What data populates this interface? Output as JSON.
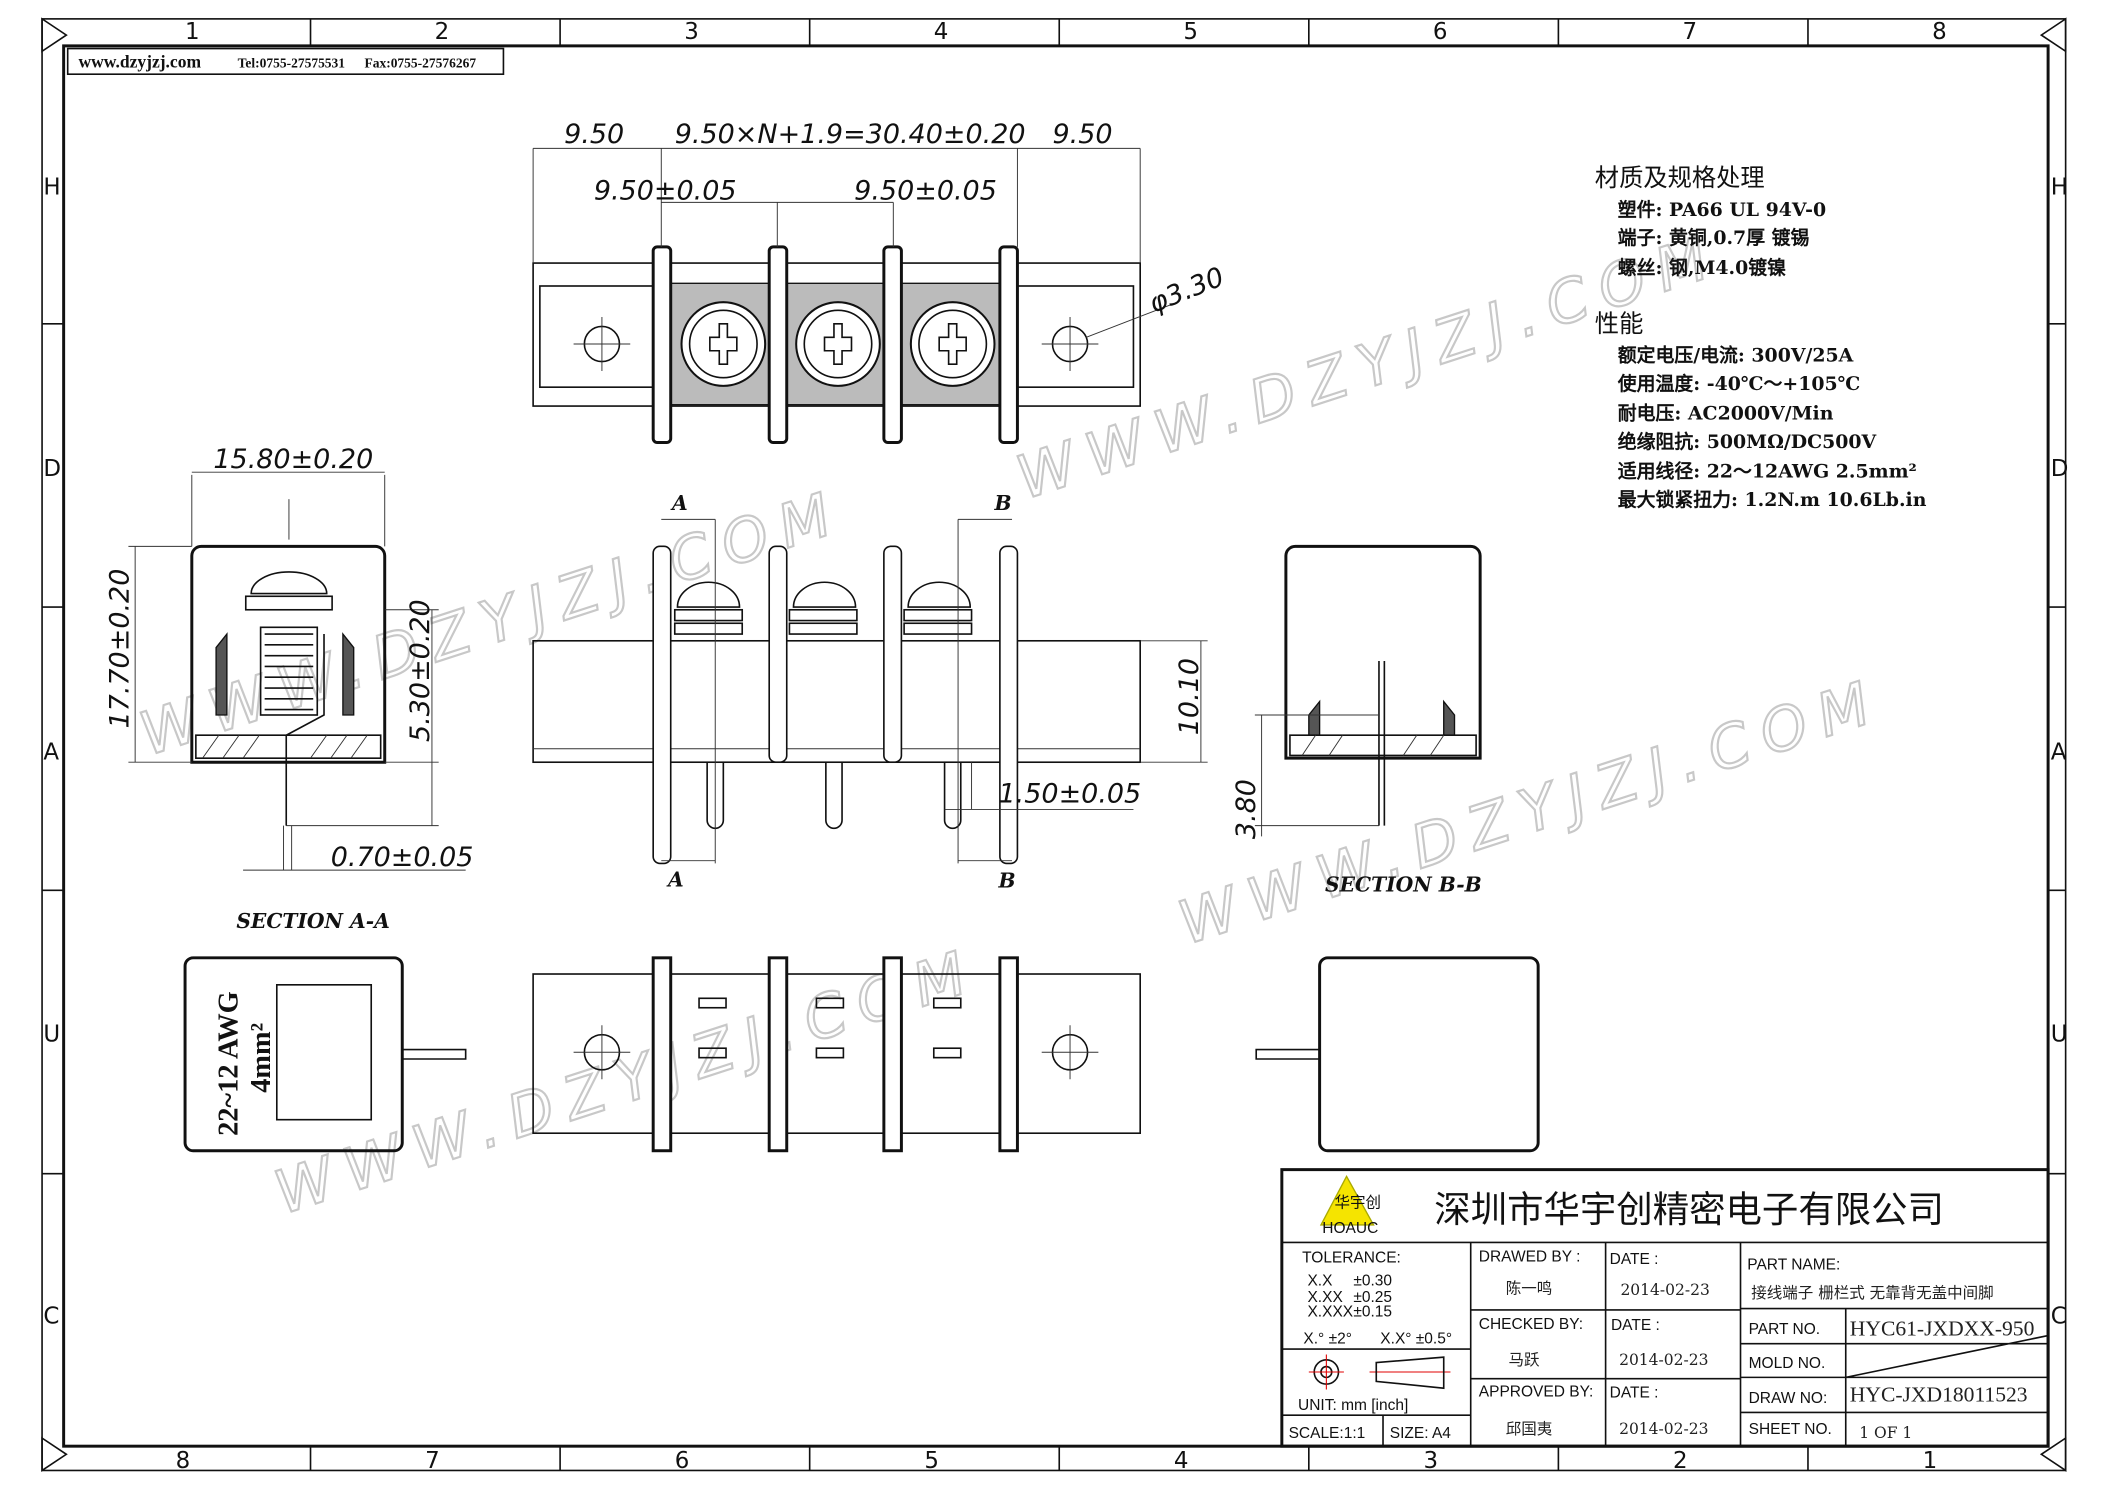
{
  "header": {
    "website": "www.dzyjzj.com",
    "tel": "Tel:0755-27575531",
    "fax": "Fax:0755-27576267"
  },
  "ruler": {
    "top": [
      "1",
      "2",
      "3",
      "4",
      "5",
      "6",
      "7",
      "8"
    ],
    "bottom": [
      "8",
      "7",
      "6",
      "5",
      "4",
      "3",
      "2",
      "1"
    ],
    "rows": [
      "H",
      "D",
      "A",
      "U",
      "C"
    ]
  },
  "watermark": "WWW.DZYJZJ.COM",
  "dimensions": {
    "left_margin": "9.50",
    "pitch_formula": "9.50×N+1.9=30.40±0.20",
    "right_margin": "9.50",
    "pitch_a": "9.50±0.05",
    "pitch_b": "9.50±0.05",
    "hole_dia": "φ3.30",
    "width": "15.80±0.20",
    "height": "17.70±0.20",
    "pin_height": "5.30±0.20",
    "pin_thickness": "0.70±0.05",
    "body_height": "10.10",
    "pin_width": "1.50±0.05",
    "pin_length": "3.80"
  },
  "section_marks": {
    "a": "A",
    "b": "B"
  },
  "sections": {
    "aa": "SECTION A-A",
    "bb": "SECTION B-B"
  },
  "side_label": {
    "awg": "22~12 AWG",
    "area": "4mm²"
  },
  "specs": {
    "material_title": "材质及规格处理",
    "material": [
      "塑件: PA66 UL 94V-0",
      "端子: 黄铜,0.7厚 镀锡",
      "螺丝: 钢,M4.0镀镍"
    ],
    "performance_title": "性能",
    "performance": [
      "额定电压/电流: 300V/25A",
      "使用温度: -40℃～+105℃",
      "耐电压: AC2000V/Min",
      "绝缘阻抗: 500MΩ/DC500V",
      "适用线径: 22～12AWG  2.5mm²",
      "最大锁紧扭力: 1.2N.m 10.6Lb.in"
    ]
  },
  "title_block": {
    "company": "深圳市华宇创精密电子有限公司",
    "logo_text": "华宇创",
    "logo_brand": "HOAUC",
    "tolerance_label": "TOLERANCE:",
    "tolerances": [
      [
        "X.X",
        "±0.30"
      ],
      [
        "X.XX",
        "±0.25"
      ],
      [
        "X.XXX",
        "±0.15"
      ]
    ],
    "angle_tol": [
      "X.° ±2°",
      "X.X° ±0.5°"
    ],
    "unit": "UNIT:  mm  [inch]",
    "scale": "SCALE:1:1",
    "size": "SIZE:  A4",
    "drawn_by_label": "DRAWED  BY :",
    "drawn_by": "陈一鸣",
    "checked_by_label": "CHECKED  BY:",
    "checked_by": "马跃",
    "approved_by_label": "APPROVED  BY:",
    "approved_by": "邱国夷",
    "date_label": "DATE  :",
    "drawn_date": "2014-02-23",
    "checked_date": "2014-02-23",
    "approved_date": "2014-02-23",
    "part_name_label": "PART  NAME:",
    "part_name": "接线端子  栅栏式  无靠背无盖中间脚",
    "part_no_label": "PART  NO.",
    "part_no": "HYC61-JXDXX-950",
    "mold_no_label": "MOLD  NO.",
    "draw_no_label": "DRAW  NO:",
    "draw_no": "HYC-JXD18011523",
    "sheet_no_label": "SHEET  NO.",
    "sheet_no": "1  OF  1"
  },
  "colors": {
    "logo": "#f5e400",
    "centerline": "#e00000"
  }
}
